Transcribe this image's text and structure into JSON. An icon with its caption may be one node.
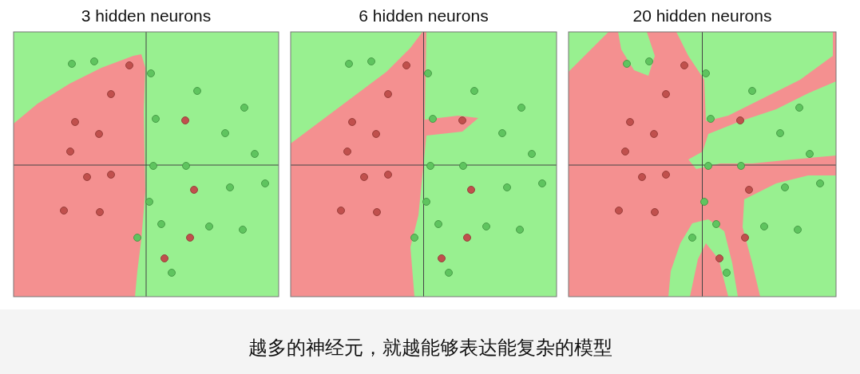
{
  "diagram": {
    "caption": "越多的神经元，就越能够表达能复杂的模型",
    "labels": [
      "3 hidden neurons",
      "6 hidden neurons",
      "20 hidden neurons"
    ]
  }
}
